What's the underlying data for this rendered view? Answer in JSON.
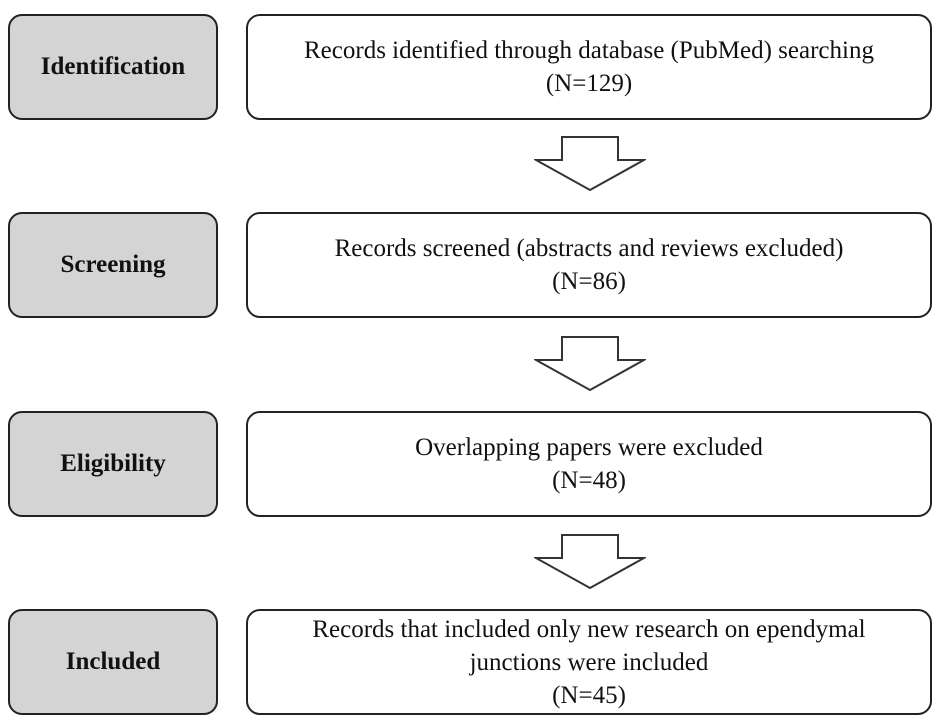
{
  "stages": [
    {
      "label": "Identification",
      "text_lines": [
        "Records identified through database (PubMed) searching"
      ],
      "count": "(N=129)"
    },
    {
      "label": "Screening",
      "text_lines": [
        "Records screened (abstracts and reviews excluded)"
      ],
      "count": "(N=86)"
    },
    {
      "label": "Eligibility",
      "text_lines": [
        "Overlapping papers were excluded"
      ],
      "count": "(N=48)"
    },
    {
      "label": "Included",
      "text_lines": [
        "Records that included only new research on ependymal",
        "junctions were included"
      ],
      "count": "(N=45)"
    }
  ],
  "colors": {
    "stage_fill": "#d4d4d4",
    "box_fill": "#ffffff",
    "border": "#222222",
    "arrow_fill": "#ffffff"
  }
}
